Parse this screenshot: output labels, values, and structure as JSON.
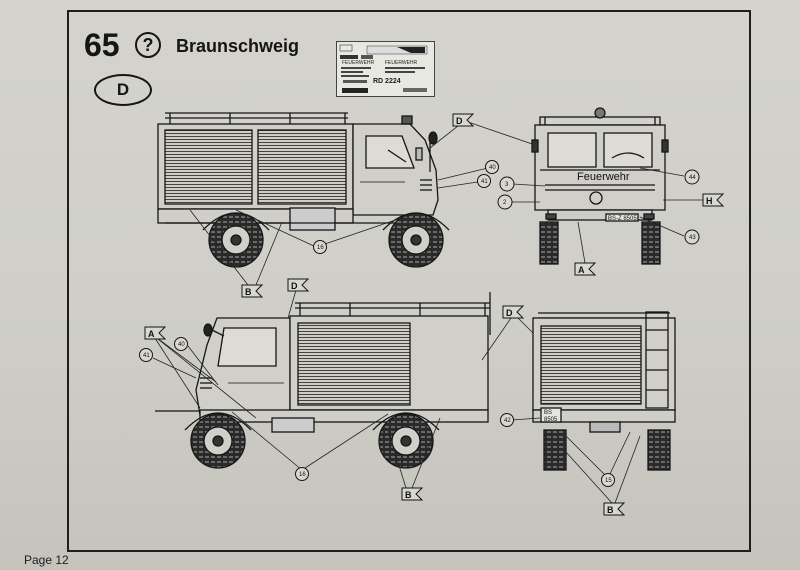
{
  "header": {
    "page_number": "65",
    "question_mark": "?",
    "title": "Braunschweig",
    "country_code": "D"
  },
  "decal_sheet": {
    "fw_left": "FEUERWEHR",
    "fw_right": "FEUERWEHR",
    "code": "RD 2224"
  },
  "labels": {
    "feuerwehr": "Feuerwehr",
    "plate": "BS-Z 8505",
    "plate_rear": "BS",
    "plate_rear_num": "8505"
  },
  "callouts": {
    "c44": "44",
    "c3": "3",
    "c2": "2",
    "c43": "43",
    "c40a": "40",
    "c41a": "41",
    "c16a": "16",
    "c41b": "41",
    "c40b": "40",
    "c16b": "16",
    "c42": "42",
    "c15": "15"
  },
  "tags": {
    "D1": "D",
    "H": "H",
    "A1": "A",
    "B1": "B",
    "D2": "D",
    "D3": "D",
    "A2": "A",
    "B2": "B",
    "B3": "B"
  },
  "footer": {
    "page_label": "Page 12"
  }
}
